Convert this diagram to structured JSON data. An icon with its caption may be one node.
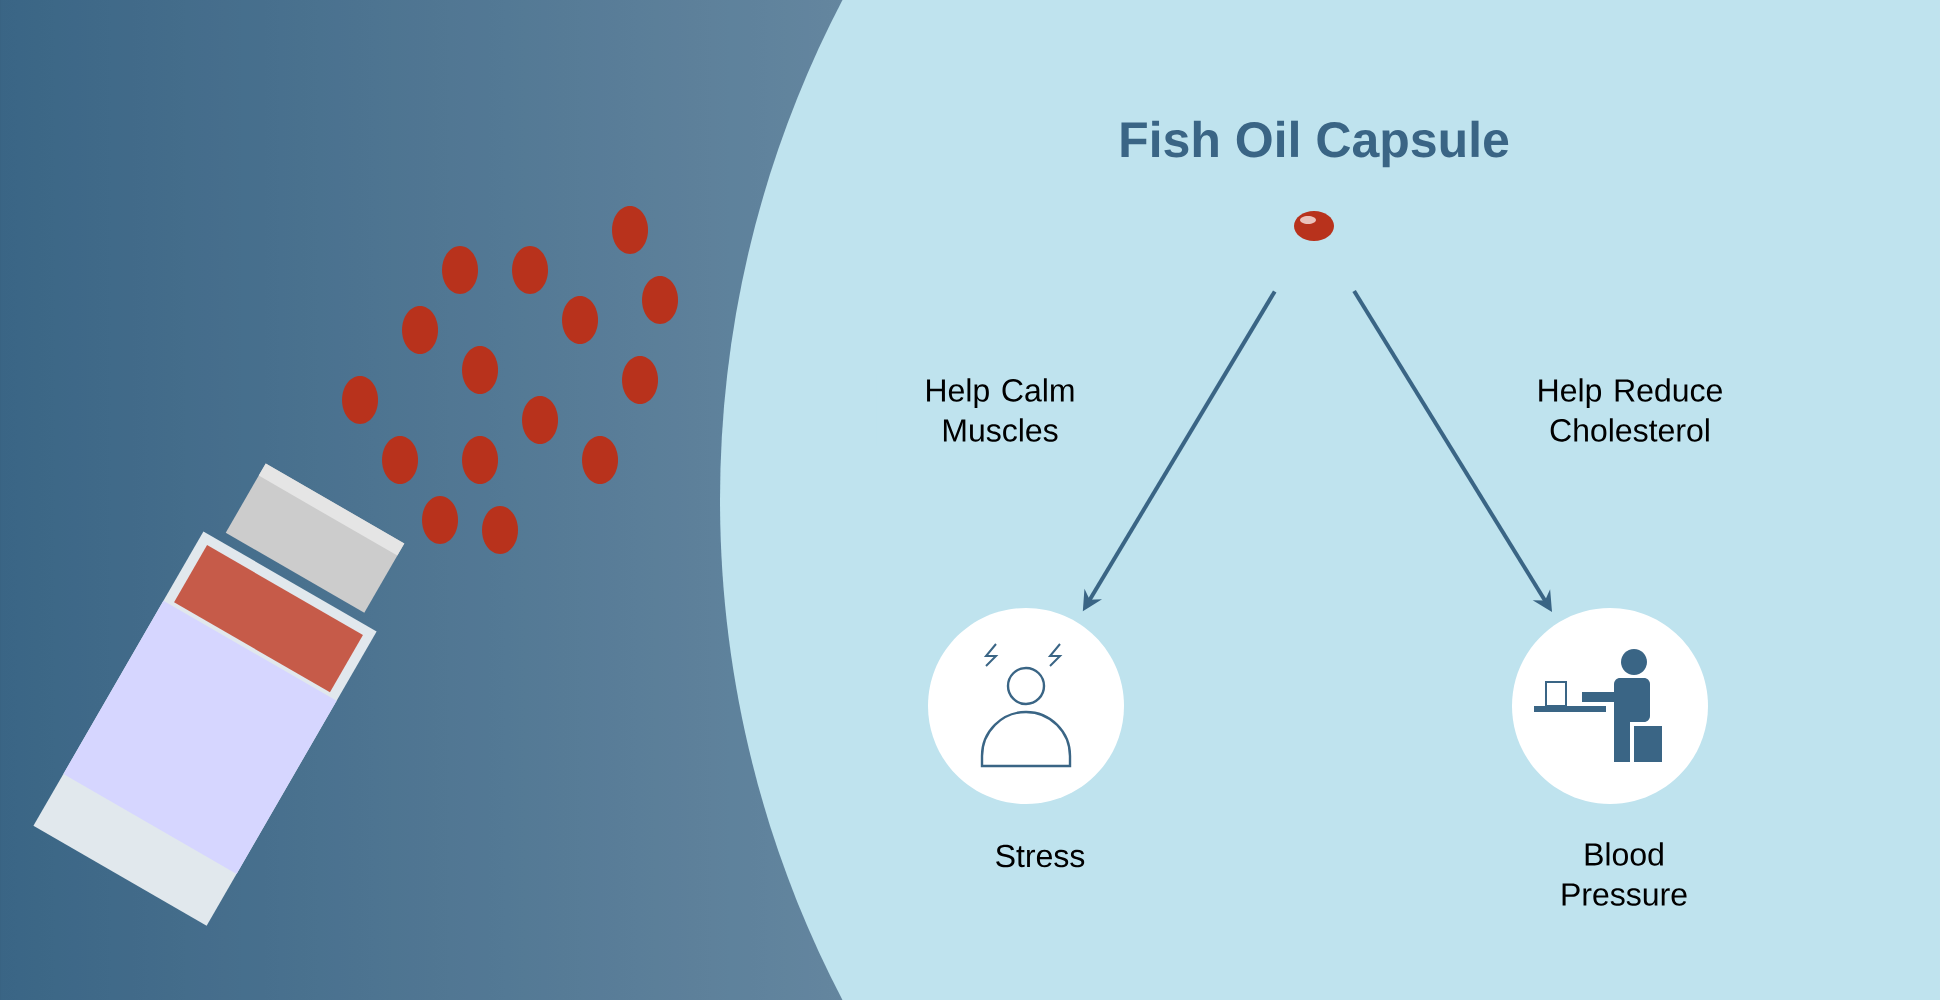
{
  "diagram": {
    "title": "Fish Oil Capsule",
    "nodes": [
      {
        "text": [],
        "shape": "ellipse"
      },
      {
        "text": [
          "Stress"
        ]
      },
      {
        "text": [
          "Blood Pressure"
        ]
      }
    ],
    "edges": [
      {
        "from": 0,
        "to": 1,
        "arrow": "to",
        "label": "Help Calm Muscles"
      },
      {
        "from": 0,
        "to": 2,
        "arrow": "to",
        "label": "Help Reduce Cholesterol"
      }
    ]
  }
}
